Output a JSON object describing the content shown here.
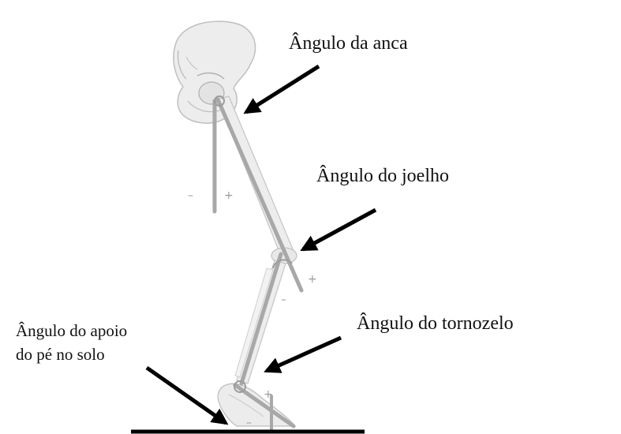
{
  "labels": {
    "hip": "Ângulo da anca",
    "knee": "Ângulo do joelho",
    "ankle": "Ângulo do tornozelo",
    "foot_line1": "Ângulo do apoio",
    "foot_line2": "do pé no solo"
  },
  "signs": {
    "minus": "–",
    "plus": "+"
  },
  "colors": {
    "bone": "#ececec",
    "bone_outline": "#bdbdbd",
    "segment": "#a9a9a9",
    "arrow": "#000000",
    "ground": "#000000"
  }
}
